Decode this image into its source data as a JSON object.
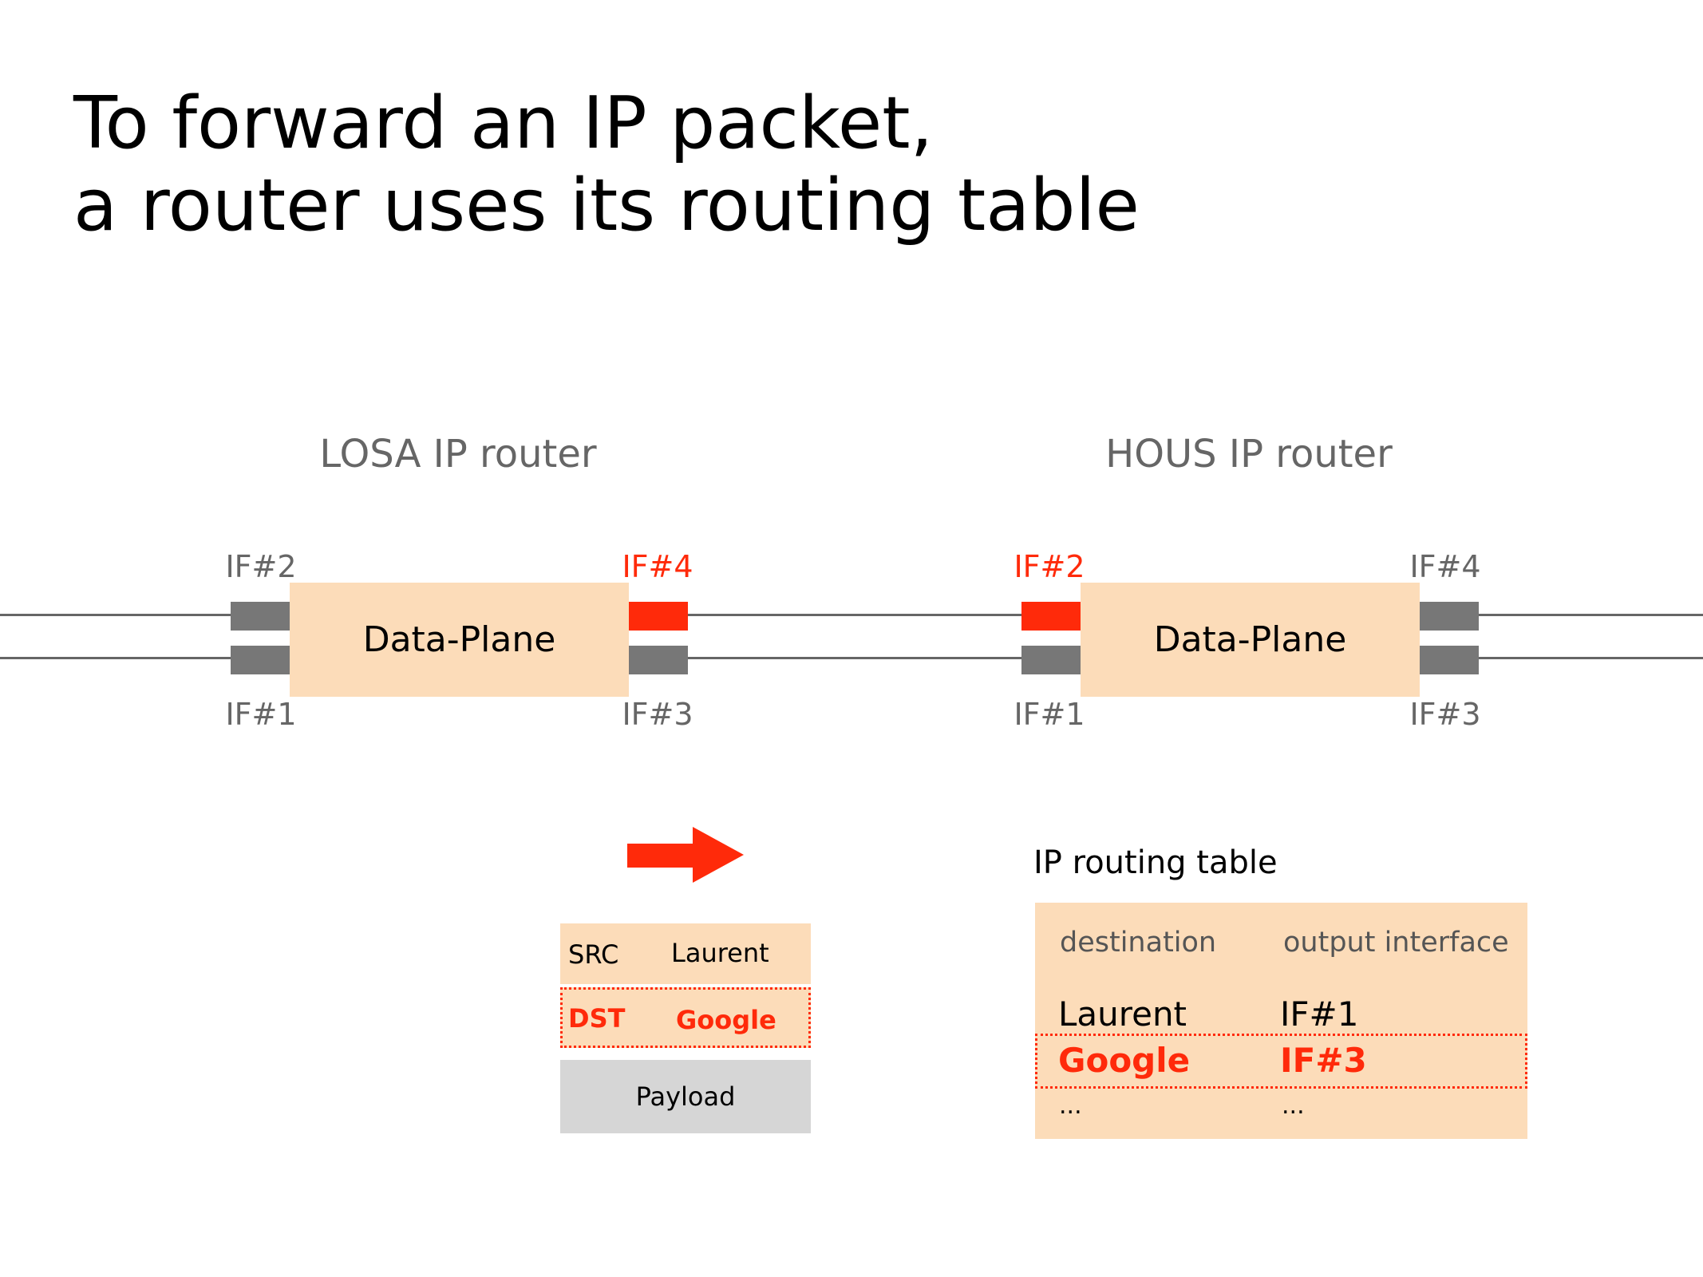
{
  "title": {
    "line1": "To forward an IP packet,",
    "line2": "a router uses its routing table"
  },
  "routers": {
    "losa": {
      "label": "LOSA IP router",
      "plane_label": "Data-Plane",
      "if_top_left": "IF#2",
      "if_bottom_left": "IF#1",
      "if_top_right": "IF#4",
      "if_bottom_right": "IF#3",
      "active_interface": "IF#4"
    },
    "hous": {
      "label": "HOUS IP router",
      "plane_label": "Data-Plane",
      "if_top_left": "IF#2",
      "if_bottom_left": "IF#1",
      "if_top_right": "IF#4",
      "if_bottom_right": "IF#3",
      "active_interface": "IF#2"
    }
  },
  "packet": {
    "src_label": "SRC",
    "src_value": "Laurent",
    "dst_label": "DST",
    "dst_value": "Google",
    "payload_label": "Payload"
  },
  "routing_table": {
    "title": "IP routing table",
    "headers": {
      "destination": "destination",
      "output": "output interface"
    },
    "rows": [
      {
        "destination": "Laurent",
        "output": "IF#1",
        "highlighted": false
      },
      {
        "destination": "Google",
        "output": "IF#3",
        "highlighted": true
      },
      {
        "destination": "...",
        "output": "...",
        "highlighted": false
      }
    ]
  },
  "colors": {
    "highlight": "#ff2a0a",
    "box_fill": "#fcdcb9",
    "port_gray": "#777777",
    "payload_fill": "#d6d6d6",
    "label_gray": "#666666"
  },
  "icons": {
    "direction_arrow": "right-arrow-icon"
  }
}
